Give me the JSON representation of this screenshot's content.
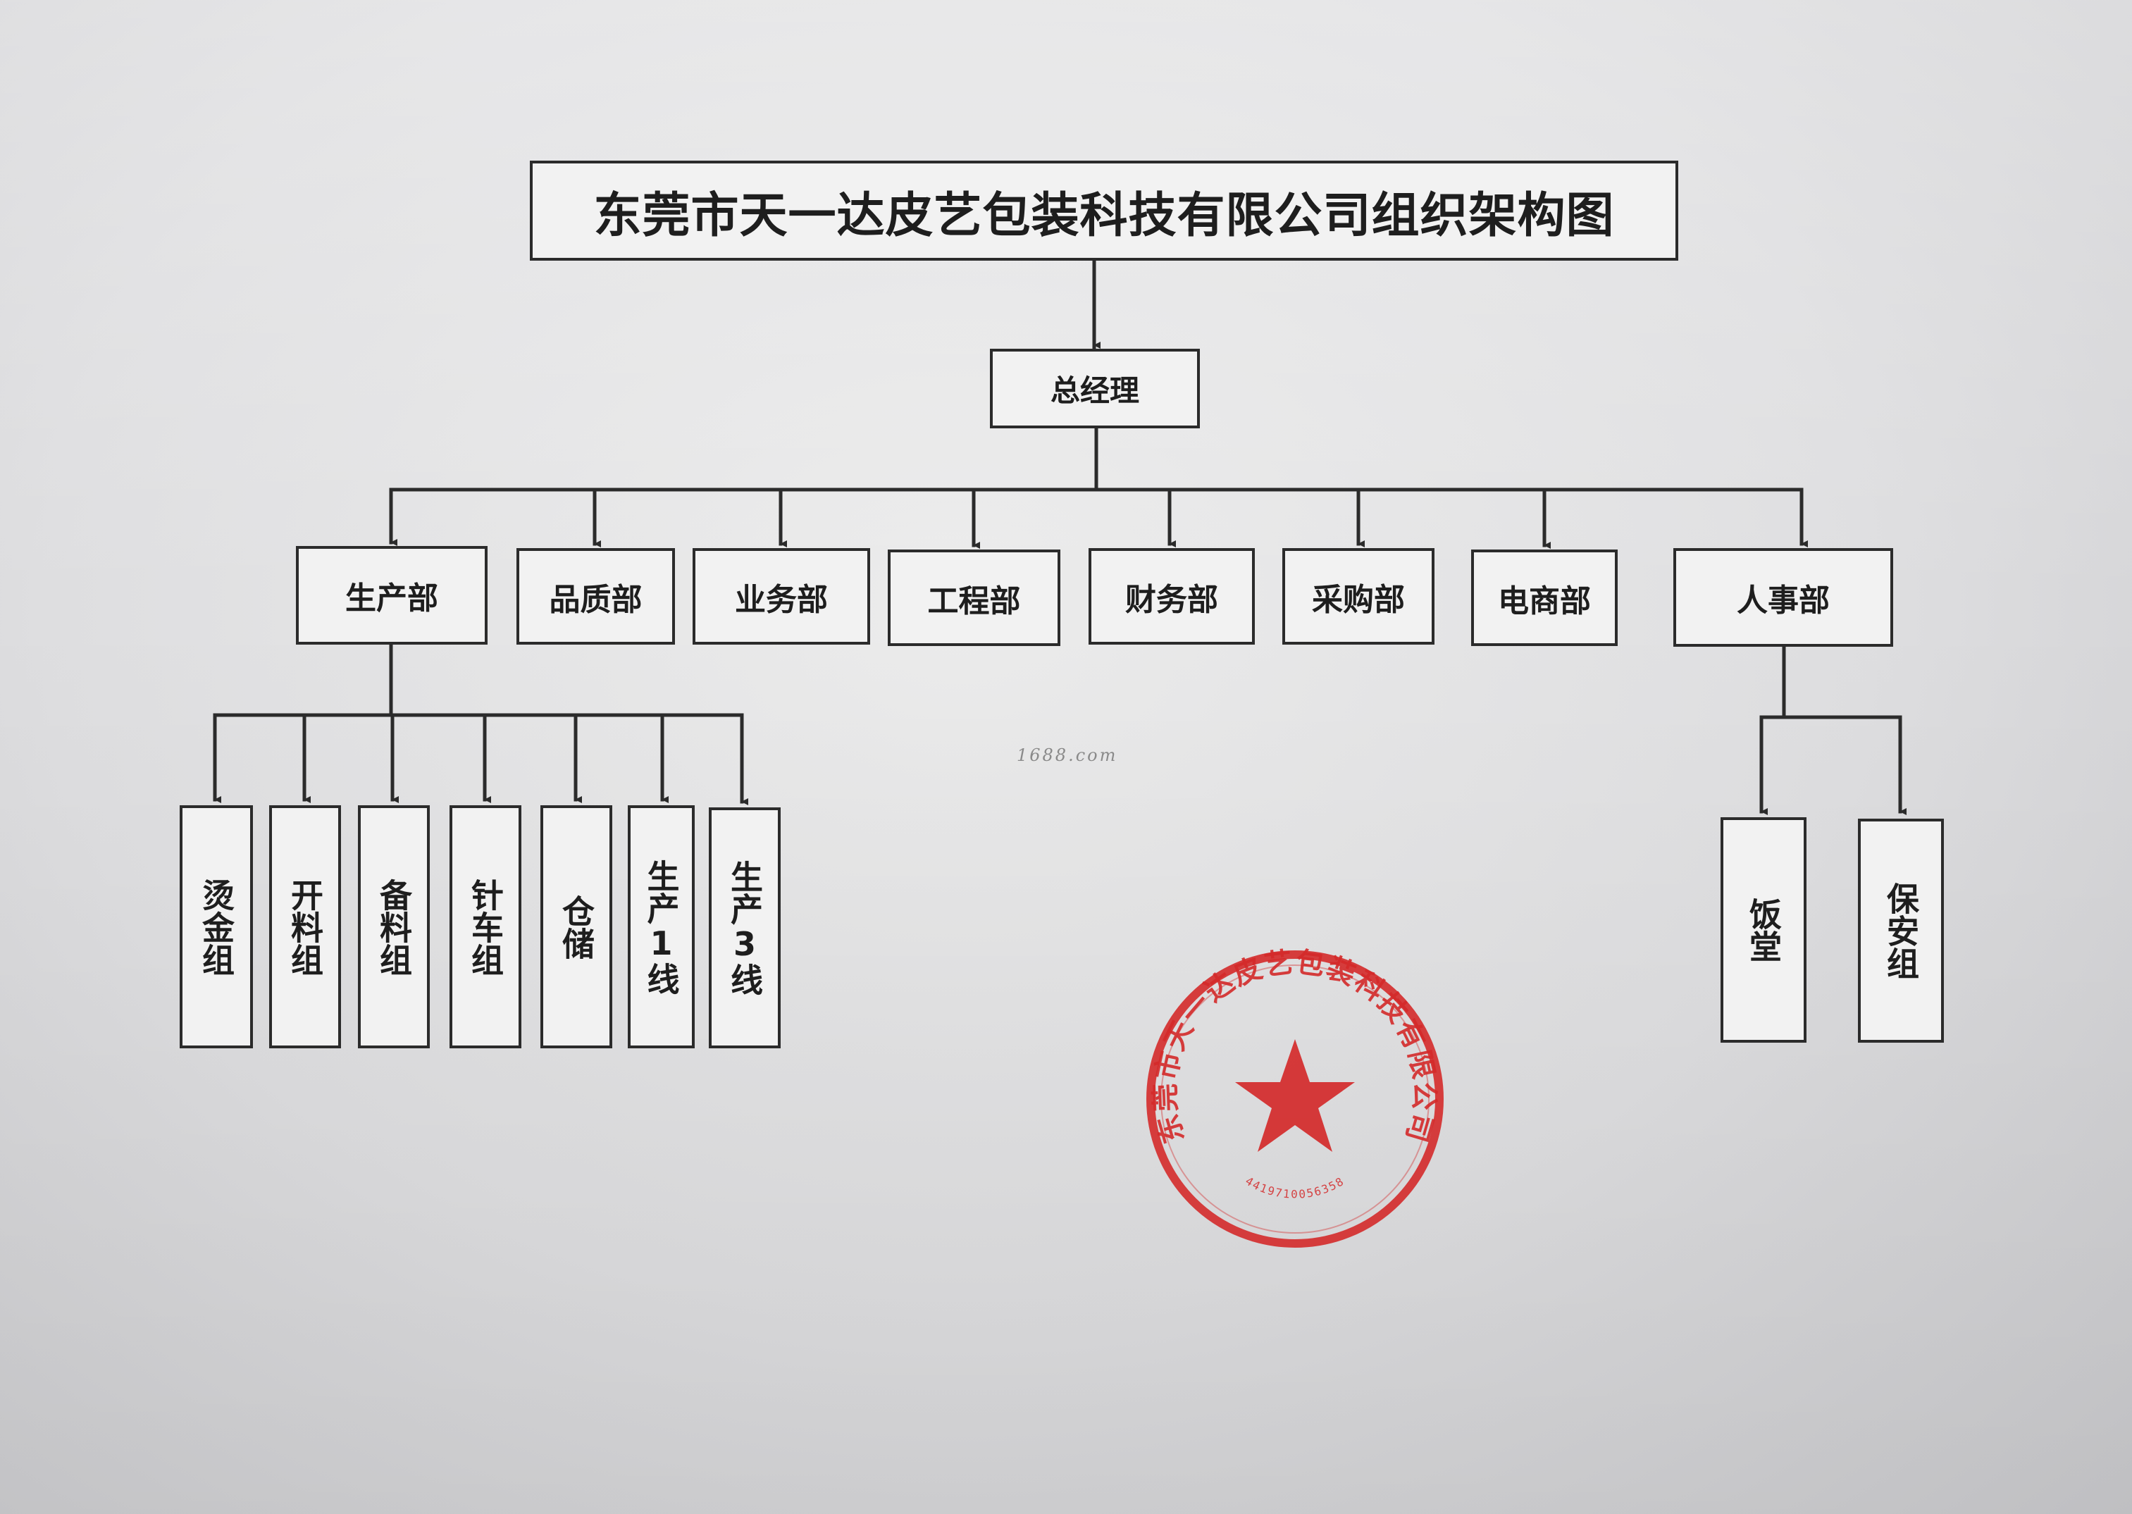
{
  "title": "东莞市天一达皮艺包装科技有限公司组织架构图",
  "general_manager": "总经理",
  "departments": [
    {
      "id": "production",
      "label": "生产部"
    },
    {
      "id": "quality",
      "label": "品质部"
    },
    {
      "id": "business",
      "label": "业务部"
    },
    {
      "id": "engineering",
      "label": "工程部"
    },
    {
      "id": "finance",
      "label": "财务部"
    },
    {
      "id": "purchasing",
      "label": "采购部"
    },
    {
      "id": "ecommerce",
      "label": "电商部"
    },
    {
      "id": "hr",
      "label": "人事部"
    }
  ],
  "production_groups": [
    {
      "id": "ironing",
      "label": "烫金组"
    },
    {
      "id": "cutting",
      "label": "开料组"
    },
    {
      "id": "prep",
      "label": "备料组"
    },
    {
      "id": "sewing",
      "label": "针车组"
    },
    {
      "id": "warehouse",
      "label": "仓储"
    },
    {
      "id": "line1",
      "label": "生产1线"
    },
    {
      "id": "line3",
      "label": "生产3线"
    }
  ],
  "hr_groups": [
    {
      "id": "canteen",
      "label": "饭堂"
    },
    {
      "id": "security",
      "label": "保安组"
    }
  ],
  "watermark": "1688.com",
  "seal": {
    "arc_text": "东莞市天一达皮艺包装科技有限公司",
    "number": "4419710056358",
    "color": "#d42a2a"
  }
}
